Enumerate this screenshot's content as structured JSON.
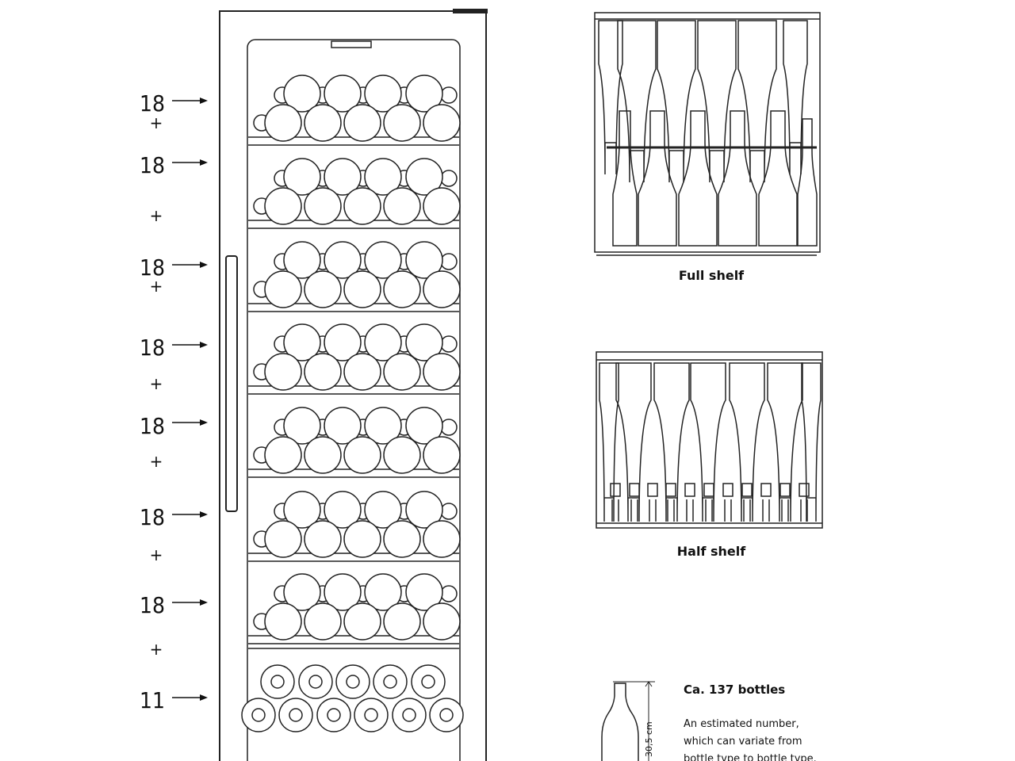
{
  "left_labels": {
    "counts": [
      "18",
      "18",
      "18",
      "18",
      "18",
      "18",
      "18",
      "11"
    ],
    "plus_sign": "+"
  },
  "shelves": {
    "full_caption": "Full shelf",
    "half_caption": "Half shelf"
  },
  "info": {
    "title": "Ca. 137 bottles",
    "body_lines": [
      "An estimated number,",
      "which can variate from",
      "bottle type to bottle type."
    ],
    "dimension": "30,5 cm"
  }
}
